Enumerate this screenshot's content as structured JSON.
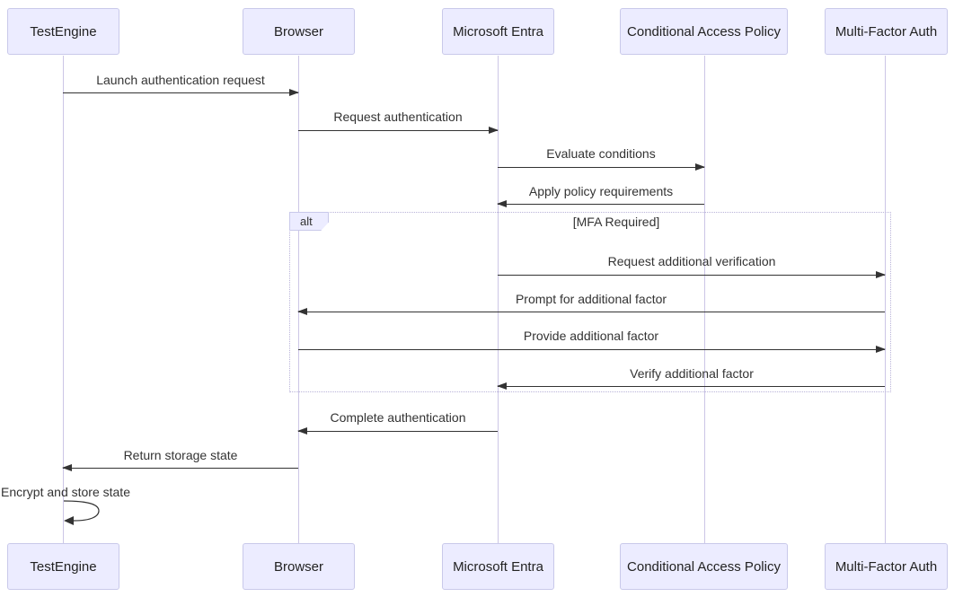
{
  "diagram": {
    "type": "sequence-diagram",
    "actors": [
      {
        "name": "TestEngine"
      },
      {
        "name": "Browser"
      },
      {
        "name": "Microsoft Entra"
      },
      {
        "name": "Conditional Access Policy"
      },
      {
        "name": "Multi-Factor Auth"
      }
    ],
    "messages": [
      {
        "from": "TestEngine",
        "to": "Browser",
        "label": "Launch authentication request",
        "arrow": "right-solid"
      },
      {
        "from": "Browser",
        "to": "Microsoft Entra",
        "label": "Request authentication",
        "arrow": "right-solid"
      },
      {
        "from": "Microsoft Entra",
        "to": "Conditional Access Policy",
        "label": "Evaluate conditions",
        "arrow": "right-solid"
      },
      {
        "from": "Conditional Access Policy",
        "to": "Microsoft Entra",
        "label": "Apply policy requirements",
        "arrow": "left-solid"
      },
      {
        "from": "Microsoft Entra",
        "to": "Multi-Factor Auth",
        "label": "Request additional verification",
        "arrow": "right-solid"
      },
      {
        "from": "Multi-Factor Auth",
        "to": "Browser",
        "label": "Prompt for additional factor",
        "arrow": "left-solid"
      },
      {
        "from": "Browser",
        "to": "Multi-Factor Auth",
        "label": "Provide additional factor",
        "arrow": "right-solid"
      },
      {
        "from": "Multi-Factor Auth",
        "to": "Microsoft Entra",
        "label": "Verify additional factor",
        "arrow": "left-solid"
      },
      {
        "from": "Microsoft Entra",
        "to": "Browser",
        "label": "Complete authentication",
        "arrow": "left-solid"
      },
      {
        "from": "Browser",
        "to": "TestEngine",
        "label": "Return storage state",
        "arrow": "left-solid"
      },
      {
        "from": "TestEngine",
        "to": "TestEngine",
        "label": "Encrypt and store state",
        "arrow": "self-loop"
      }
    ],
    "alt_frame": {
      "operator": "alt",
      "condition": "[MFA Required]",
      "contains": [
        "Request additional verification",
        "Prompt for additional factor",
        "Provide additional factor",
        "Verify additional factor"
      ]
    },
    "colors": {
      "actor_fill": "#ECECFF",
      "actor_border": "#c9c9ea",
      "lifeline": "#ccc6e6",
      "arrow": "#333333",
      "frame_border": "#b9b3d9",
      "text": "#333333",
      "background": "#ffffff"
    }
  }
}
